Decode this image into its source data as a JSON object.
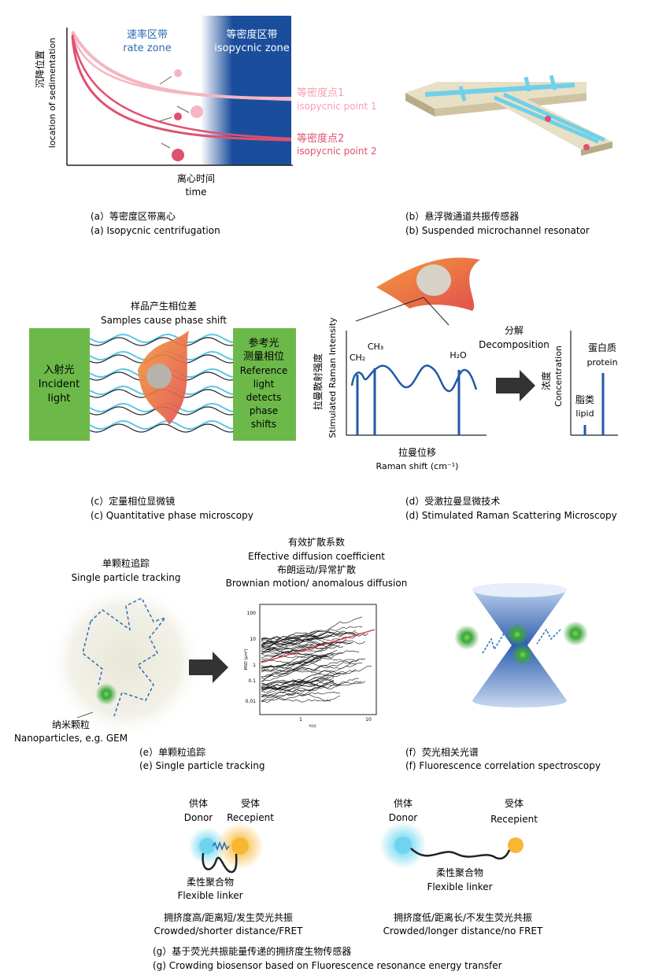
{
  "panel_a": {
    "rate_zone_zh": "速率区带",
    "rate_zone_en": "rate zone",
    "isopycnic_zone_zh": "等密度区带",
    "isopycnic_zone_en": "isopycnic zone",
    "ylabel_zh": "沉降位置",
    "ylabel_en": "location of sedimentation",
    "xlabel_zh": "离心时间",
    "xlabel_en": "time",
    "point1_zh": "等密度点1",
    "point1_en": "isopycnic point 1",
    "point2_zh": "等密度点2",
    "point2_en": "isopycnic point 2",
    "caption_zh": "(a）等密度区带离心",
    "caption_en": "(a)   Isopycnic centrifugation",
    "colors": {
      "zone_blue": "#1a4e9c",
      "light_pink": "#f4b6c2",
      "dark_pink": "#e0506f"
    }
  },
  "panel_b": {
    "caption_zh": "(b）悬浮微通道共振传感器",
    "caption_en": "(b)   Suspended microchannel resonator"
  },
  "panel_c": {
    "top_zh": "样品产生相位差",
    "top_en": "Samples cause phase shift",
    "left_zh": "入射光",
    "left_en_1": "Incident",
    "left_en_2": "light",
    "right_zh_1": "参考光",
    "right_zh_2": "测量相位",
    "right_en_1": "Reference",
    "right_en_2": "light",
    "right_en_3": "detects",
    "right_en_4": "phase",
    "right_en_5": "shifts",
    "caption_zh": "(c）定量相位显微镜",
    "caption_en": "(c)   Quantitative phase microscopy"
  },
  "panel_d": {
    "ylabel_zh": "拉曼散射强度",
    "ylabel_en": "Stimulated Raman Intensity",
    "xlabel_zh": "拉曼位移",
    "xlabel_en": "Raman shift (cm⁻¹)",
    "peak_ch2": "CH₂",
    "peak_ch3": "CH₃",
    "peak_h2o": "H₂O",
    "decomp_zh": "分解",
    "decomp_en": "Decomposition",
    "conc_zh": "浓度",
    "conc_en": "Concentration",
    "lipid_zh": "脂类",
    "lipid_en": "lipid",
    "protein_zh": "蛋白质",
    "protein_en": "protein",
    "caption_zh": "(d）受激拉曼显微技术",
    "caption_en": "(d)   Stimulated Raman Scattering Microscopy"
  },
  "panel_e": {
    "spt_zh": "单颗粒追踪",
    "spt_en": "Single particle tracking",
    "edc_zh": "有效扩散系数",
    "edc_en": "Effective diffusion coefficient",
    "motion_zh": "布朗运动/异常扩散",
    "motion_en": "Brownian motion/ anomalous diffusion",
    "nano_zh": "纳米颗粒",
    "nano_en": "Nanoparticles, e.g. GEM",
    "plot_ylabel": "MSD (μm²)",
    "plot_xlabel": "τ(s)",
    "yticks": [
      "100",
      "10",
      "1",
      "0.1",
      "0.01"
    ],
    "xticks": [
      "1",
      "10"
    ],
    "caption_zh": "(e）单颗粒追踪",
    "caption_en": "(e)   Single particle tracking"
  },
  "panel_f": {
    "caption_zh": "(f）荧光相关光谱",
    "caption_en": "(f)   Fluorescence correlation spectroscopy"
  },
  "panel_g": {
    "donor_zh": "供体",
    "donor_en": "Donor",
    "acceptor_zh": "受体",
    "acceptor_en": "Recepient",
    "linker_zh": "柔性聚合物",
    "linker_en": "Flexible linker",
    "left_zh": "拥挤度高/距离短/发生荧光共振",
    "left_en": "Crowded/shorter distance/FRET",
    "right_zh": "拥挤度低/距离长/不发生荧光共振",
    "right_en": "Crowded/longer distance/no FRET",
    "caption_zh": "(g）基于荧光共振能量传递的拥挤度生物传感器",
    "caption_en": "(g)   Crowding biosensor based on Fluorescence resonance energy transfer"
  }
}
